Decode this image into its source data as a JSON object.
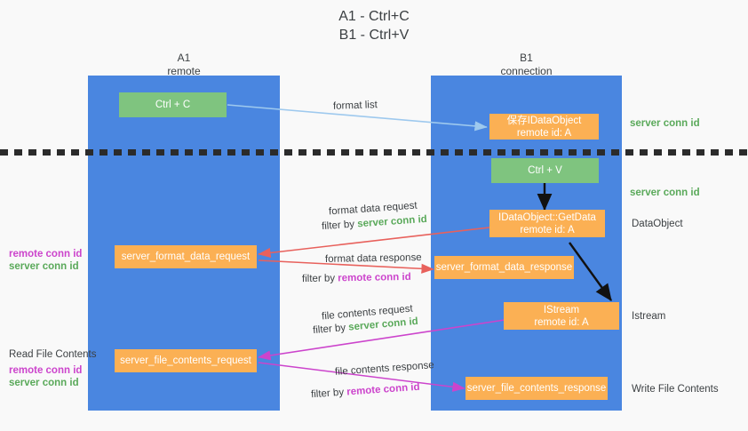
{
  "title": {
    "line1": "A1 - Ctrl+C",
    "line2": "B1 - Ctrl+V"
  },
  "columns": [
    {
      "name": "A1",
      "sub": "remote"
    },
    {
      "name": "B1",
      "sub": "connection"
    }
  ],
  "nodes": {
    "ctrl_c": {
      "label": "Ctrl + C"
    },
    "ctrl_v": {
      "label": "Ctrl + V"
    },
    "idataobject": {
      "label": "保存IDataObject",
      "sub": "remote id: A"
    },
    "getdata": {
      "label": "IDataObject::GetData",
      "sub": "remote id: A"
    },
    "istream": {
      "label": "IStream",
      "sub": "remote id: A"
    },
    "server_format_data_request": {
      "label": "server_format_data_request"
    },
    "server_format_data_response": {
      "label": "server_format_data_response"
    },
    "server_file_contents_request": {
      "label": "server_file_contents_request"
    },
    "server_file_contents_response": {
      "label": "server_file_contents_response"
    }
  },
  "right_labels": {
    "server_conn_id_1": "server conn id",
    "server_conn_id_2": "server conn id",
    "dataobject": "DataObject",
    "istream": "Istream",
    "write_file_contents": "Write File Contents"
  },
  "left_labels": {
    "remote_conn_id_1": "remote conn id",
    "server_conn_id_1": "server conn id",
    "read_file_contents": "Read File Contents",
    "remote_conn_id_2": "remote conn id",
    "server_conn_id_2": "server conn id"
  },
  "flows": {
    "format_list": "format list",
    "format_data_request": "format data request",
    "format_data_request_filter_prefix": "filter by ",
    "format_data_request_filter_value": "server conn id",
    "format_data_response": "format data response",
    "format_data_response_filter_prefix": "filter by ",
    "format_data_response_filter_value": "remote conn id",
    "file_contents_request": "file contents request",
    "file_contents_request_filter_prefix": "filter by ",
    "file_contents_request_filter_value": "server conn id",
    "file_contents_response": "file contents response",
    "file_contents_response_filter_prefix": "filter by ",
    "file_contents_response_filter_value": "remote conn id"
  },
  "colors": {
    "column_blue": "#4a86e0",
    "node_green": "#7fc47f",
    "node_orange": "#fbb054",
    "arrow_lightblue": "#9ec9ee",
    "arrow_red": "#e8615c",
    "arrow_magenta": "#cc44cc",
    "arrow_black": "#111111",
    "text_green": "#5aa95a",
    "text_magenta": "#cc44cc",
    "background": "#f9f9f9"
  }
}
